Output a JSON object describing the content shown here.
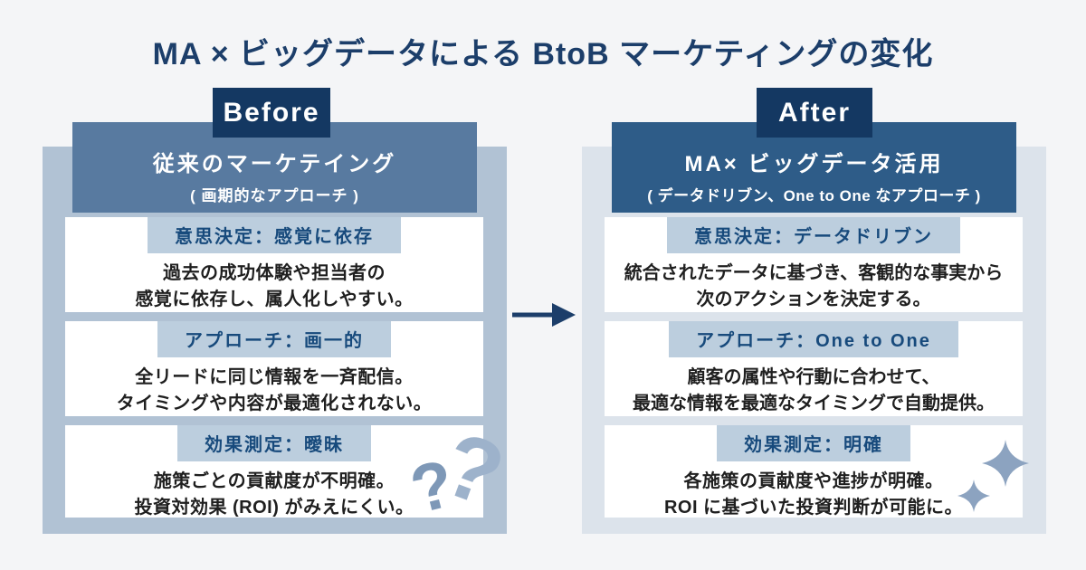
{
  "title": "MA × ビッグデータによる BtoB マーケティングの変化",
  "panels": {
    "before": {
      "badge": "Before",
      "header_title": "従来のマーケテイング",
      "header_subtitle": "( 画期的なアプローチ )",
      "sections": [
        {
          "label": "意思決定：感覚に依存",
          "line1": "過去の成功体験や担当者の",
          "line2": "感覚に依存し、属人化しやすい。"
        },
        {
          "label": "アプローチ：画一的",
          "line1": "全リードに同じ情報を一斉配信。",
          "line2": "タイミングや内容が最適化されない。"
        },
        {
          "label": "効果測定：曖昧",
          "line1": "施策ごとの貢献度が不明確。",
          "line2": "投資対効果 (ROI) がみえにくい。"
        }
      ],
      "decoration": "question-marks",
      "question_mark_glyph": "?"
    },
    "after": {
      "badge": "After",
      "header_title": "MA× ビッグデータ活用",
      "header_subtitle": "( データドリブン、One to One なアプローチ )",
      "sections": [
        {
          "label": "意思決定：データドリブン",
          "line1": "統合されたデータに基づき、客観的な事実から",
          "line2": "次のアクションを決定する。"
        },
        {
          "label": "アプローチ：One to One",
          "line1": "顧客の属性や行動に合わせて、",
          "line2": "最適な情報を最適なタイミングで自動提供。"
        },
        {
          "label": "効果測定：明確",
          "line1": "各施策の貢献度や進捗が明確。",
          "line2": "ROI に基づいた投資判断が可能に。"
        }
      ],
      "decoration": "sparkles"
    }
  },
  "colors": {
    "background": "#f4f5f7",
    "title_navy": "#1c3e6a",
    "badge_navy": "#143862",
    "before_panel": "#b1c2d4",
    "before_header": "#587aa0",
    "after_panel": "#dce3eb",
    "after_header": "#2e5c88",
    "label_bar_bg": "#bccede",
    "label_text": "#174a7c",
    "body_text": "#1f1f1f",
    "arrow": "#1c3e6a",
    "sparkle": "#8ca3c0"
  }
}
